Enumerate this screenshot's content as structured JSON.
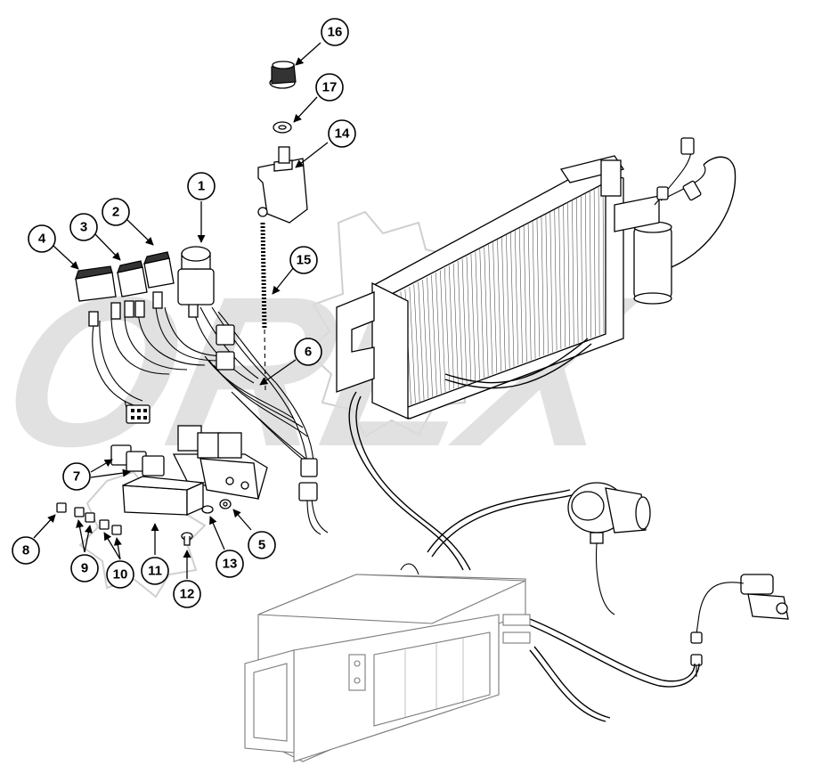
{
  "watermark": {
    "text": "OREX",
    "color": "#d9d9d9"
  },
  "callouts": [
    {
      "id": "callout-1",
      "label": "1"
    },
    {
      "id": "callout-2",
      "label": "2"
    },
    {
      "id": "callout-3",
      "label": "3"
    },
    {
      "id": "callout-4",
      "label": "4"
    },
    {
      "id": "callout-5",
      "label": "5"
    },
    {
      "id": "callout-6",
      "label": "6"
    },
    {
      "id": "callout-7",
      "label": "7"
    },
    {
      "id": "callout-8",
      "label": "8"
    },
    {
      "id": "callout-9",
      "label": "9"
    },
    {
      "id": "callout-10",
      "label": "10"
    },
    {
      "id": "callout-11",
      "label": "11"
    },
    {
      "id": "callout-12",
      "label": "12"
    },
    {
      "id": "callout-13",
      "label": "13"
    },
    {
      "id": "callout-14",
      "label": "14"
    },
    {
      "id": "callout-15",
      "label": "15"
    },
    {
      "id": "callout-16",
      "label": "16"
    },
    {
      "id": "callout-17",
      "label": "17"
    }
  ]
}
